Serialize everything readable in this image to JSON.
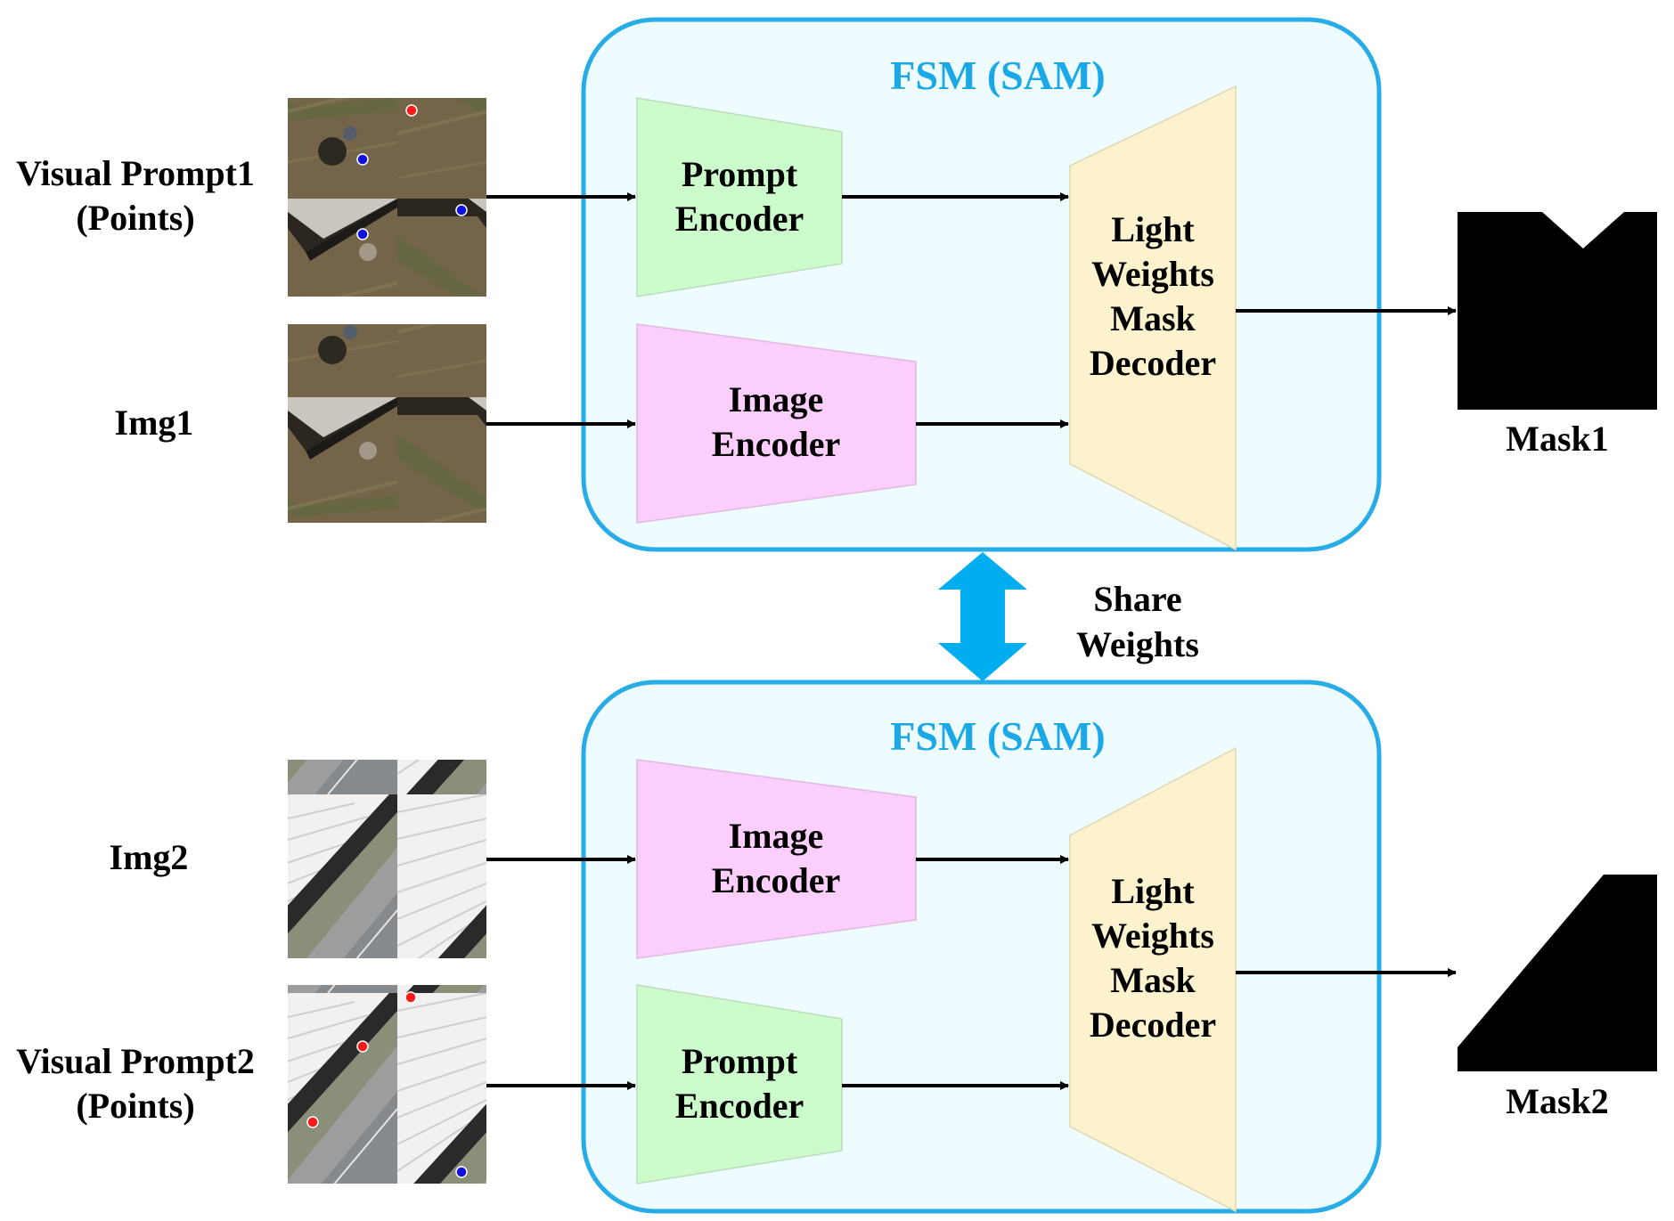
{
  "colors": {
    "fsm_border": "#27ace7",
    "fsm_fill": "#eefcff",
    "fsm_title": "#1aa9e6",
    "prompt_encoder_fill": "#ccfccc",
    "image_encoder_fill": "#fccefc",
    "decoder_fill": "#fdf2ce",
    "share_arrow": "#00aeef",
    "point_positive": "#ff1a1a",
    "point_negative": "#1010e0",
    "mask": "#000000"
  },
  "top": {
    "fsm_title": "FSM (SAM)",
    "prompt_label_line1": "Visual Prompt1",
    "prompt_label_line2": "(Points)",
    "img_label": "Img1",
    "prompt_encoder_line1": "Prompt",
    "prompt_encoder_line2": "Encoder",
    "image_encoder_line1": "Image",
    "image_encoder_line2": "Encoder",
    "decoder_line1": "Light",
    "decoder_line2": "Weights",
    "decoder_line3": "Mask",
    "decoder_line4": "Decoder",
    "mask_label": "Mask1"
  },
  "share": {
    "line1": "Share",
    "line2": "Weights"
  },
  "bottom": {
    "fsm_title": "FSM (SAM)",
    "img_label": "Img2",
    "prompt_label_line1": "Visual Prompt2",
    "prompt_label_line2": "(Points)",
    "image_encoder_line1": "Image",
    "image_encoder_line2": "Encoder",
    "prompt_encoder_line1": "Prompt",
    "prompt_encoder_line2": "Encoder",
    "decoder_line1": "Light",
    "decoder_line2": "Weights",
    "decoder_line3": "Mask",
    "decoder_line4": "Decoder",
    "mask_label": "Mask2"
  }
}
